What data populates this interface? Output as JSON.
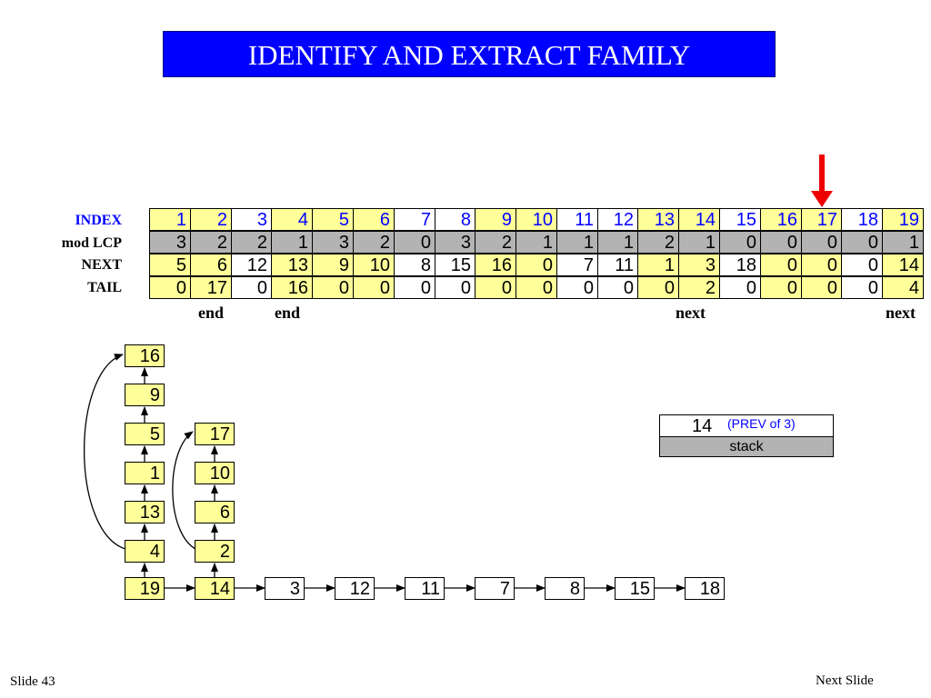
{
  "title": "IDENTIFY AND EXTRACT FAMILY",
  "table": {
    "labels": {
      "index": "INDEX",
      "lcp": "mod LCP",
      "next": "NEXT",
      "tail": "TAIL"
    },
    "index": [
      "1",
      "2",
      "3",
      "4",
      "5",
      "6",
      "7",
      "8",
      "9",
      "10",
      "11",
      "12",
      "13",
      "14",
      "15",
      "16",
      "17",
      "18",
      "19"
    ],
    "lcp": [
      "3",
      "2",
      "2",
      "1",
      "3",
      "2",
      "0",
      "3",
      "2",
      "1",
      "1",
      "1",
      "2",
      "1",
      "0",
      "0",
      "0",
      "0",
      "1"
    ],
    "next": [
      "5",
      "6",
      "12",
      "13",
      "9",
      "10",
      "8",
      "15",
      "16",
      "0",
      "7",
      "11",
      "1",
      "3",
      "18",
      "0",
      "0",
      "0",
      "14"
    ],
    "tail": [
      "0",
      "17",
      "0",
      "16",
      "0",
      "0",
      "0",
      "0",
      "0",
      "0",
      "0",
      "0",
      "0",
      "2",
      "0",
      "0",
      "0",
      "0",
      "4"
    ],
    "highlighted_columns": [
      "1",
      "2",
      "4",
      "5",
      "6",
      "9",
      "10",
      "13",
      "14",
      "16",
      "17",
      "19"
    ],
    "pointer_column": "17",
    "pointer_color": "#ee0000"
  },
  "markers": {
    "c2": "end",
    "c4": "end",
    "c14": "next",
    "c19": "next"
  },
  "chains": {
    "col1": [
      "16",
      "9",
      "5",
      "1",
      "13",
      "4"
    ],
    "col2": [
      "17",
      "10",
      "6",
      "2"
    ],
    "bottom": [
      "19",
      "14",
      "3",
      "12",
      "11",
      "7",
      "8",
      "15",
      "18"
    ]
  },
  "stack": {
    "value": "14",
    "note": "(PREV of 3)",
    "label": "stack"
  },
  "footer": {
    "slide": "Slide 43",
    "next": "Next Slide"
  },
  "colors": {
    "title_bg": "#0000ff",
    "highlight": "#ffff99",
    "lcp_row": "#b3b3b3",
    "index_text": "#0000ff"
  }
}
